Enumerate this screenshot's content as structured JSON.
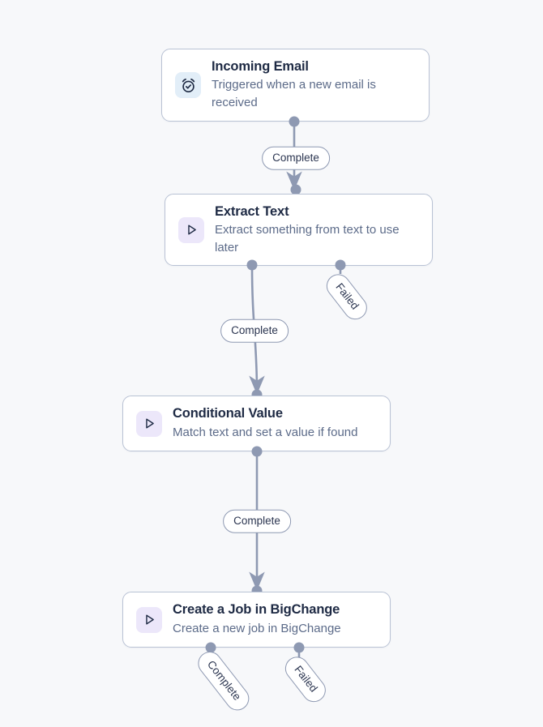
{
  "canvas": {
    "background_color": "#f7f8fa",
    "node_border_color": "#b9c2d4",
    "connector_color": "#8e99b2",
    "title_color": "#1e2a44",
    "description_color": "#5c6b89"
  },
  "nodes": [
    {
      "id": "incoming-email",
      "title": "Incoming Email",
      "description": "Triggered when a new email is received",
      "icon": "alarm-clock-check-icon",
      "icon_kind": "trigger",
      "icon_bg": "#e2eef8"
    },
    {
      "id": "extract-text",
      "title": "Extract Text",
      "description": "Extract something from text to use later",
      "icon": "play-triangle-icon",
      "icon_kind": "action",
      "icon_bg": "#ece7fa"
    },
    {
      "id": "conditional-value",
      "title": "Conditional Value",
      "description": "Match text and set a value if found",
      "icon": "play-triangle-icon",
      "icon_kind": "action",
      "icon_bg": "#ece7fa"
    },
    {
      "id": "create-a-job-in-bigchange",
      "title": "Create a Job in BigChange",
      "description": "Create a new job in BigChange",
      "icon": "play-triangle-icon",
      "icon_kind": "action",
      "icon_bg": "#ece7fa"
    }
  ],
  "edge_labels": [
    {
      "id": "email-to-extract",
      "label": "Complete"
    },
    {
      "id": "extract-failed",
      "label": "Failed"
    },
    {
      "id": "extract-to-conditional",
      "label": "Complete"
    },
    {
      "id": "conditional-to-bigchange",
      "label": "Complete"
    },
    {
      "id": "bigchange-complete",
      "label": "Complete"
    },
    {
      "id": "bigchange-failed",
      "label": "Failed"
    }
  ]
}
